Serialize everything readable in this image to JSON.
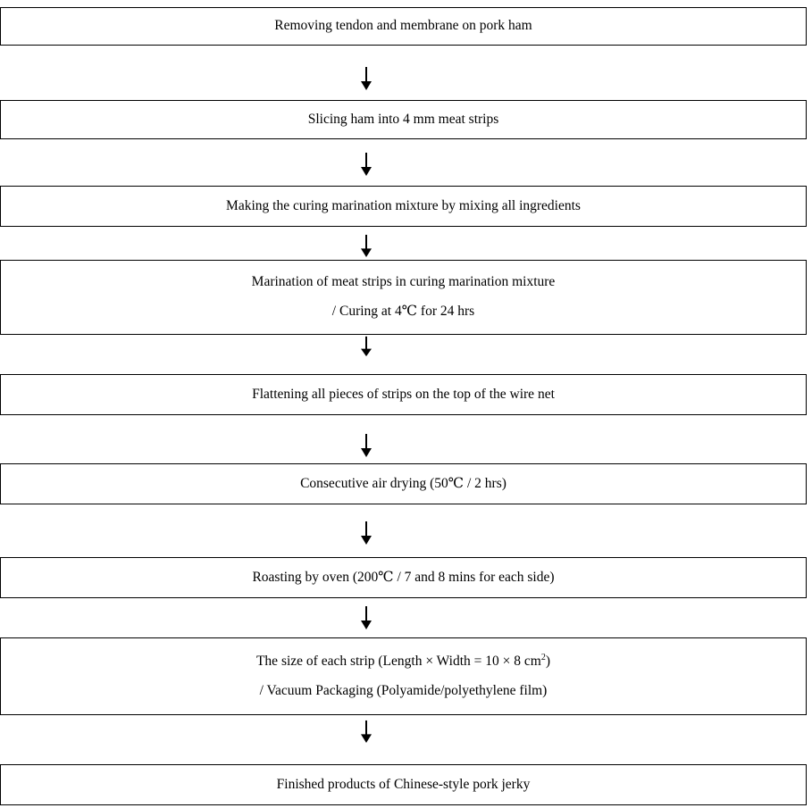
{
  "flowchart": {
    "steps": [
      {
        "id": "step-1",
        "lines": [
          "Removing tendon and membrane on pork ham"
        ]
      },
      {
        "id": "step-2",
        "lines": [
          "Slicing ham into 4 mm meat strips"
        ]
      },
      {
        "id": "step-3",
        "lines": [
          "Making the curing marination mixture by mixing all ingredients"
        ]
      },
      {
        "id": "step-4",
        "lines": [
          "Marination of meat strips in curing marination mixture",
          "/ Curing at 4℃   for 24 hrs"
        ]
      },
      {
        "id": "step-5",
        "lines": [
          "Flattening all pieces of strips on the top of the wire net"
        ]
      },
      {
        "id": "step-6",
        "lines": [
          "Consecutive air drying (50℃   / 2 hrs)"
        ]
      },
      {
        "id": "step-7",
        "lines": [
          "Roasting by oven (200℃   / 7 and 8 mins for each side)"
        ]
      },
      {
        "id": "step-8",
        "lines": [
          "The size of each strip (Length × Width = 10 × 8 cm",
          "/ Vacuum Packaging (Polyamide/polyethylene film)"
        ],
        "superscript": "2",
        "superscript_suffix": ")"
      },
      {
        "id": "step-9",
        "lines": [
          "Finished products of Chinese-style pork jerky"
        ]
      }
    ],
    "arrow_icon": "down-arrow-icon",
    "line_color": "#000000",
    "background_color": "#ffffff"
  }
}
